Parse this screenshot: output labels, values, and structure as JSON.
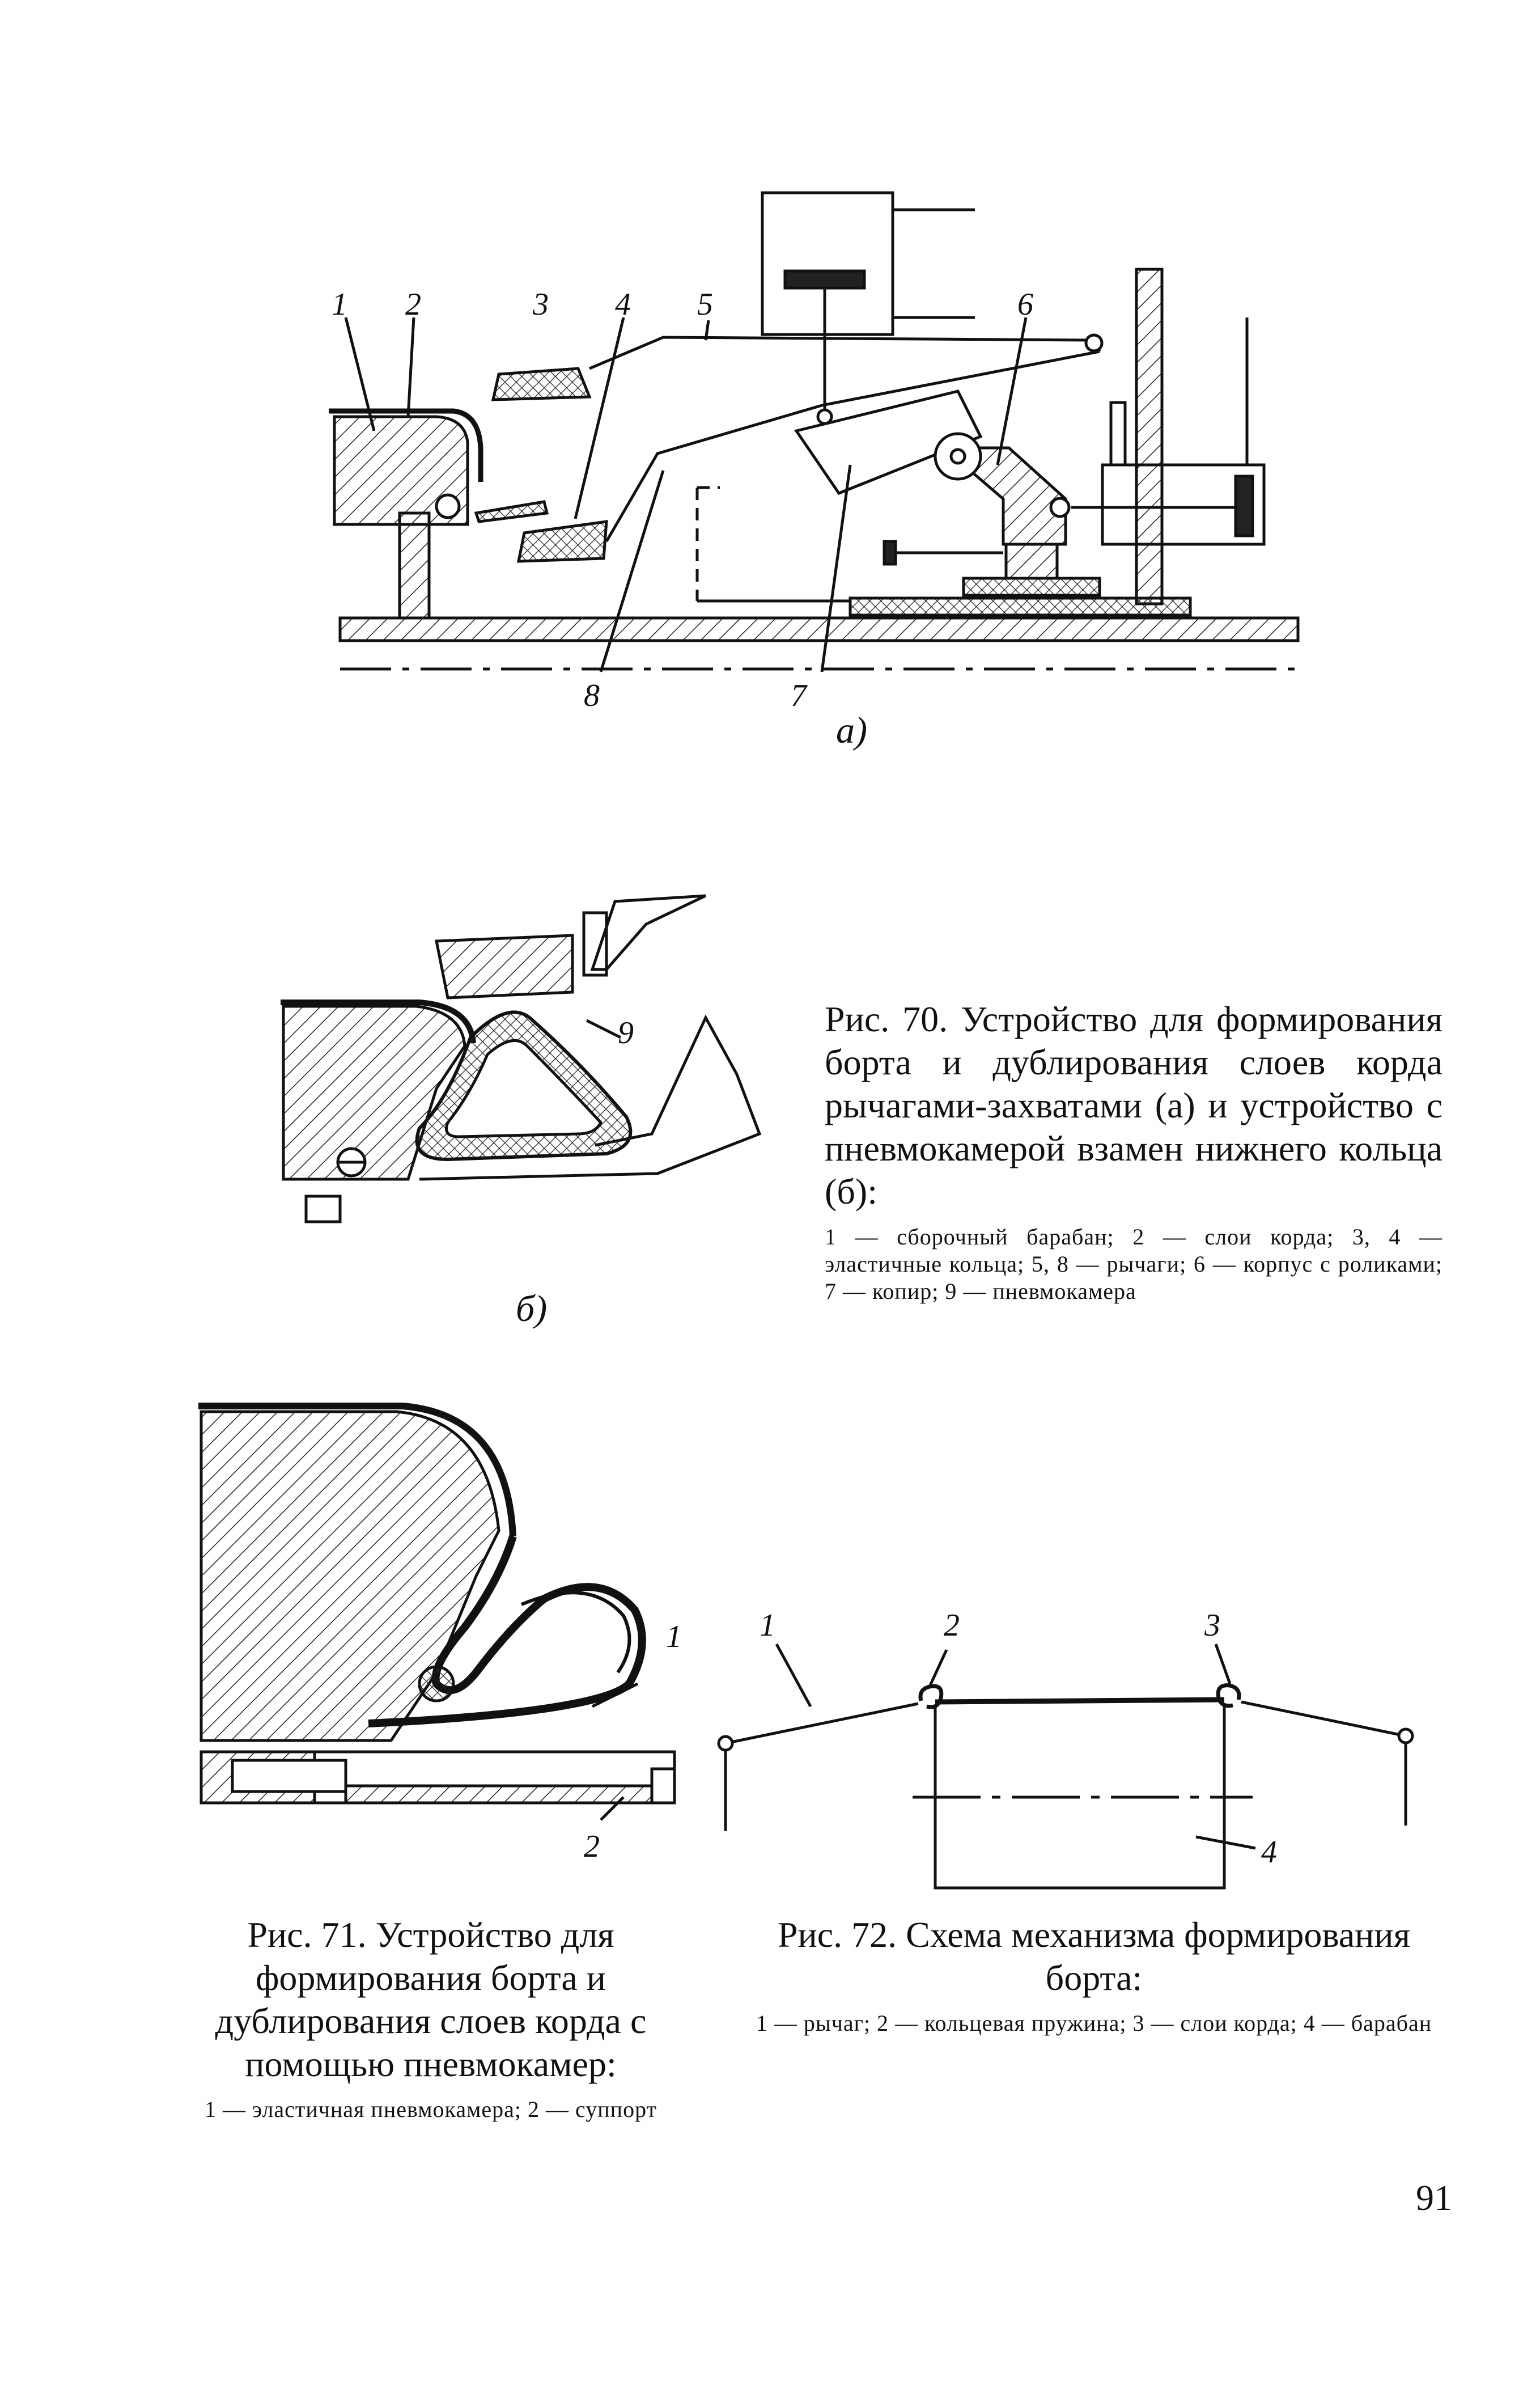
{
  "fig70": {
    "labels_a": [
      "1",
      "2",
      "3",
      "4",
      "5",
      "6",
      "7",
      "8"
    ],
    "sub_a": "а)",
    "label_b": "9",
    "sub_b": "б)",
    "caption_title": "Рис. 70. Устройство для формирования борта и дублирования слоев корда рычагами-захватами (а) и устройство с пневмокамерой взамен нижнего кольца (б):",
    "caption_legend": "1 — сборочный барабан; 2 — слои корда; 3, 4 — эластичные кольца; 5, 8 — рычаги; 6 — корпус с роликами; 7 — копир; 9 — пневмокамера"
  },
  "fig71": {
    "labels": [
      "1",
      "2"
    ],
    "caption_title": "Рис. 71. Устройство для формирования борта и дублирования слоев корда с помощью пневмокамер:",
    "caption_legend": "1 — эластичная пневмокамера; 2 — суппорт"
  },
  "fig72": {
    "labels": [
      "1",
      "2",
      "3",
      "4"
    ],
    "caption_title": "Рис. 72. Схема механизма формирования борта:",
    "caption_legend": "1 — рычаг; 2 — кольцевая пружина; 3 — слои корда; 4 — барабан"
  },
  "page_number": "91"
}
